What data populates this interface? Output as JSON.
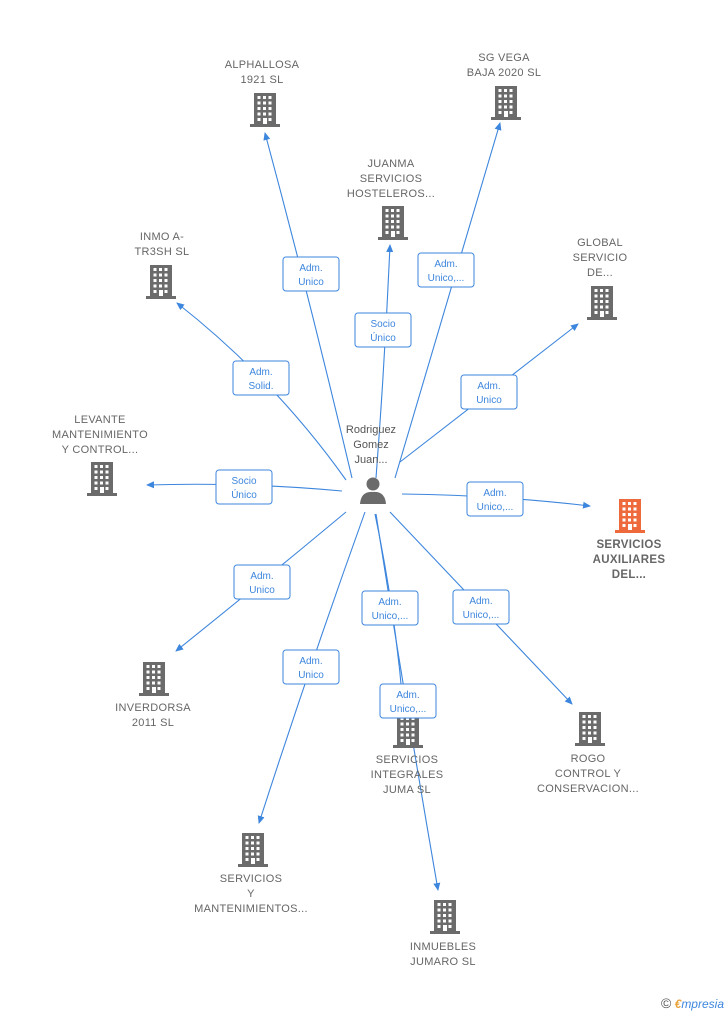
{
  "center": {
    "label_lines": [
      "Rodriguez",
      "Gomez",
      "Juan..."
    ],
    "icon": "person-icon"
  },
  "companies": [
    {
      "id": "alphallosa",
      "label_lines": [
        "ALPHALLOSA",
        "1921  SL"
      ],
      "highlight": false,
      "relation": [
        "Adm.",
        "Unico"
      ]
    },
    {
      "id": "sg-vega",
      "label_lines": [
        "SG VEGA",
        "BAJA 2020  SL"
      ],
      "highlight": false,
      "relation": [
        "Adm.",
        "Unico,..."
      ]
    },
    {
      "id": "juanma",
      "label_lines": [
        "JUANMA",
        "SERVICIOS",
        "HOSTELEROS..."
      ],
      "highlight": false,
      "relation": [
        "Socio",
        "Único"
      ]
    },
    {
      "id": "inmo",
      "label_lines": [
        "INMO A-",
        "TR3SH  SL"
      ],
      "highlight": false,
      "relation": [
        "Adm.",
        "Solid."
      ]
    },
    {
      "id": "global",
      "label_lines": [
        "GLOBAL",
        "SERVICIO",
        "DE..."
      ],
      "highlight": false,
      "relation": [
        "Adm.",
        "Unico"
      ]
    },
    {
      "id": "levante",
      "label_lines": [
        "LEVANTE",
        "MANTENIMIENTO",
        "Y CONTROL..."
      ],
      "highlight": false,
      "relation": [
        "Socio",
        "Único"
      ]
    },
    {
      "id": "servicios-auxiliares",
      "label_lines": [
        "SERVICIOS",
        "AUXILIARES",
        "DEL..."
      ],
      "highlight": true,
      "relation": [
        "Adm.",
        "Unico,..."
      ]
    },
    {
      "id": "inverdorsa",
      "label_lines": [
        "INVERDORSA",
        "2011 SL"
      ],
      "highlight": false,
      "relation": [
        "Adm.",
        "Unico"
      ]
    },
    {
      "id": "servicios-integrales",
      "label_lines": [
        "SERVICIOS",
        "INTEGRALES",
        "JUMA  SL"
      ],
      "highlight": false,
      "relation": [
        "Adm.",
        "Unico,..."
      ]
    },
    {
      "id": "rogo",
      "label_lines": [
        "ROGO",
        "CONTROL Y",
        "CONSERVACION..."
      ],
      "highlight": false,
      "relation": [
        "Adm.",
        "Unico,..."
      ]
    },
    {
      "id": "servicios-mantenimientos",
      "label_lines": [
        "SERVICIOS",
        "Y",
        "MANTENIMIENTOS..."
      ],
      "highlight": false,
      "relation": [
        "Adm.",
        "Unico"
      ]
    },
    {
      "id": "inmuebles",
      "label_lines": [
        "INMUEBLES",
        "JUMARO SL"
      ],
      "highlight": false,
      "relation": [
        "Adm.",
        "Unico,..."
      ]
    }
  ],
  "colors": {
    "edge": "#3d86dd",
    "building": "#6b6b6b",
    "building_highlight": "#ee6a3c",
    "person": "#6b6b6b"
  },
  "footer": {
    "copyright": "©",
    "brand_first": "€",
    "brand_rest": "mpresia"
  }
}
